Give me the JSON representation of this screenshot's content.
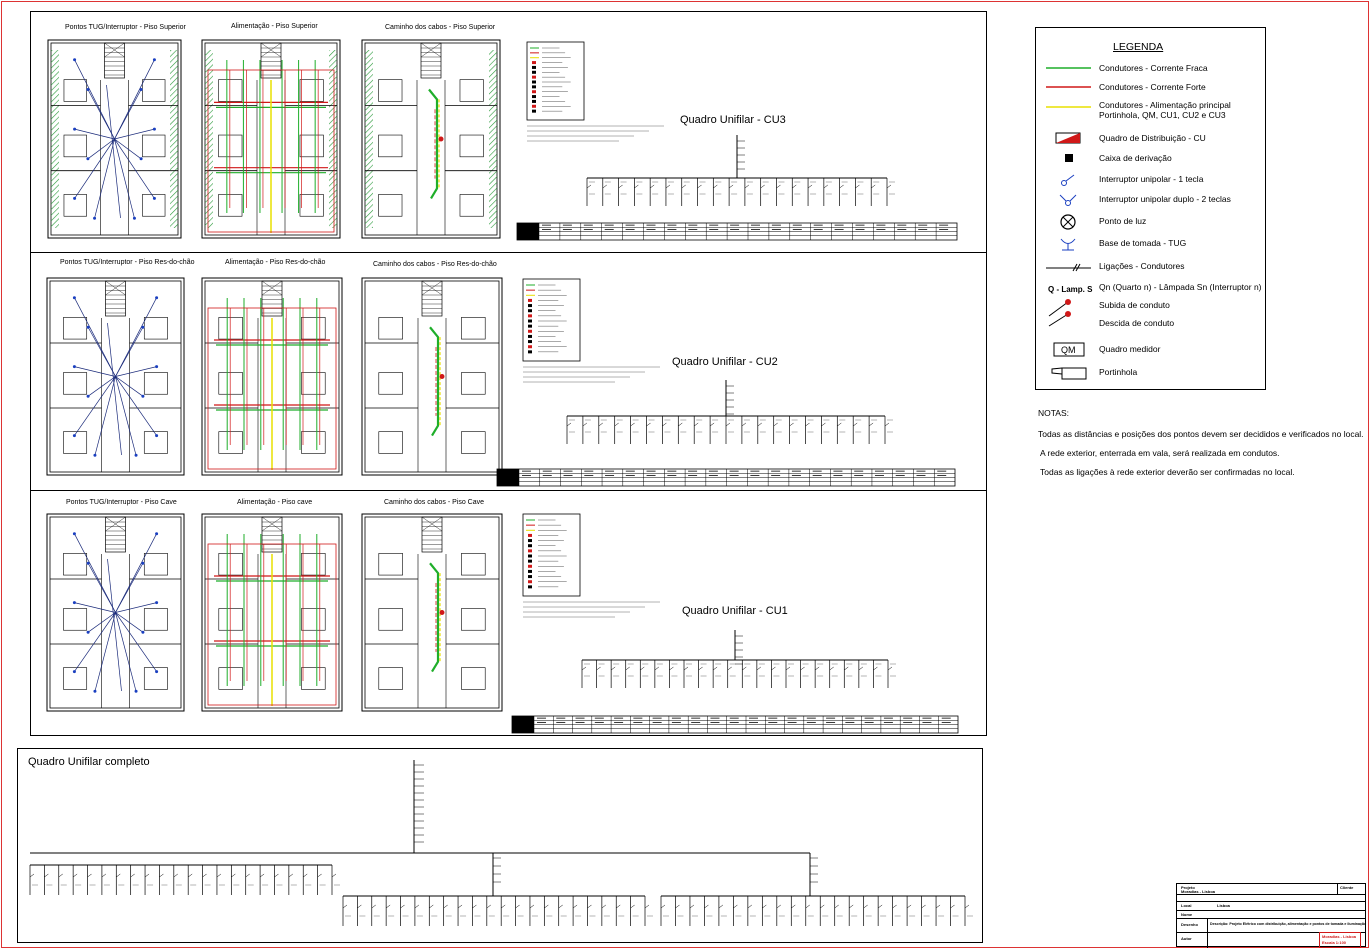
{
  "sheets": [
    {
      "id": "superior",
      "titles": [
        "Pontos TUG/Interruptor - Piso Superior",
        "Alimentação - Piso Superior",
        "Caminho dos cabos - Piso Superior"
      ],
      "quadro_title": "Quadro Unifilar - CU3"
    },
    {
      "id": "res-do-chao",
      "titles": [
        "Pontos TUG/Interruptor - Piso Res-do-chão",
        "Alimentação - Piso Res-do-chão",
        "Caminho dos cabos - Piso Res-do-chão"
      ],
      "quadro_title": "Quadro Unifilar - CU2"
    },
    {
      "id": "cave",
      "titles": [
        "Pontos TUG/Interruptor - Piso Cave",
        "Alimentação - Piso cave",
        "Caminho dos cabos - Piso Cave"
      ],
      "quadro_title": "Quadro Unifilar - CU1"
    }
  ],
  "complete": {
    "title": "Quadro Unifilar completo"
  },
  "legend": {
    "title": "LEGENDA",
    "items": [
      {
        "symbol": "green-line",
        "label": "Condutores - Corrente Fraca"
      },
      {
        "symbol": "red-line",
        "label": "Condutores - Corrente Forte"
      },
      {
        "symbol": "yellow-line",
        "label": "Condutores - Alimentação principal",
        "label2": "Portinhola, QM, CU1, CU2 e CU3"
      },
      {
        "symbol": "distribution-board",
        "label": "Quadro de Distribuição - CU"
      },
      {
        "symbol": "junction-box",
        "label": "Caixa de derivação"
      },
      {
        "symbol": "switch-single",
        "label": "Interruptor unipolar - 1 tecla"
      },
      {
        "symbol": "switch-double",
        "label": "Interruptor unipolar duplo - 2 teclas"
      },
      {
        "symbol": "light-point",
        "label": "Ponto de luz"
      },
      {
        "symbol": "socket",
        "label": "Base de tomada - TUG"
      },
      {
        "symbol": "connections",
        "label": "Ligações - Condutores"
      },
      {
        "symbol": "text-code",
        "code": "Q - Lamp. S",
        "label": "Qn (Quarto n) - Lâmpada Sn (Interruptor n)"
      },
      {
        "symbol": "conduit-up",
        "label": "Subida de conduto"
      },
      {
        "symbol": "conduit-down",
        "label": "Descida de conduto"
      },
      {
        "symbol": "meter-box",
        "code": "QM",
        "label": "Quadro medidor"
      },
      {
        "symbol": "portinhola",
        "label": "Portinhola"
      }
    ]
  },
  "notes": {
    "title": "NOTAS:",
    "lines": [
      "Todas as distâncias e posições dos pontos devem ser decididos e verificados no local.",
      "A rede exterior, enterrada em vala, será realizada em condutos.",
      "Todas as ligações à rede exterior deverão ser confirmadas no local."
    ]
  },
  "title_block": {
    "projeto_label": "Projeto",
    "projeto_value": "Moradias - Lisboa",
    "cliente_label": "Cliente",
    "local_label": "Local",
    "local_value": "Lisboa",
    "nome_label": "Nome",
    "desenho_label": "Desenho",
    "descricao": "Descrição: Projeto Elétrico com distribuição, alimentação e pontos de tomada e iluminação",
    "autor_label": "Autor",
    "stamp_line1": "Moradias - Lisboa",
    "stamp_line2": "Escala 1:100"
  },
  "colors": {
    "green": "#1fae2a",
    "red": "#d01818",
    "yellow": "#e8e000",
    "frame_red": "#d33333",
    "hatch_green": "#2a9a3a"
  }
}
